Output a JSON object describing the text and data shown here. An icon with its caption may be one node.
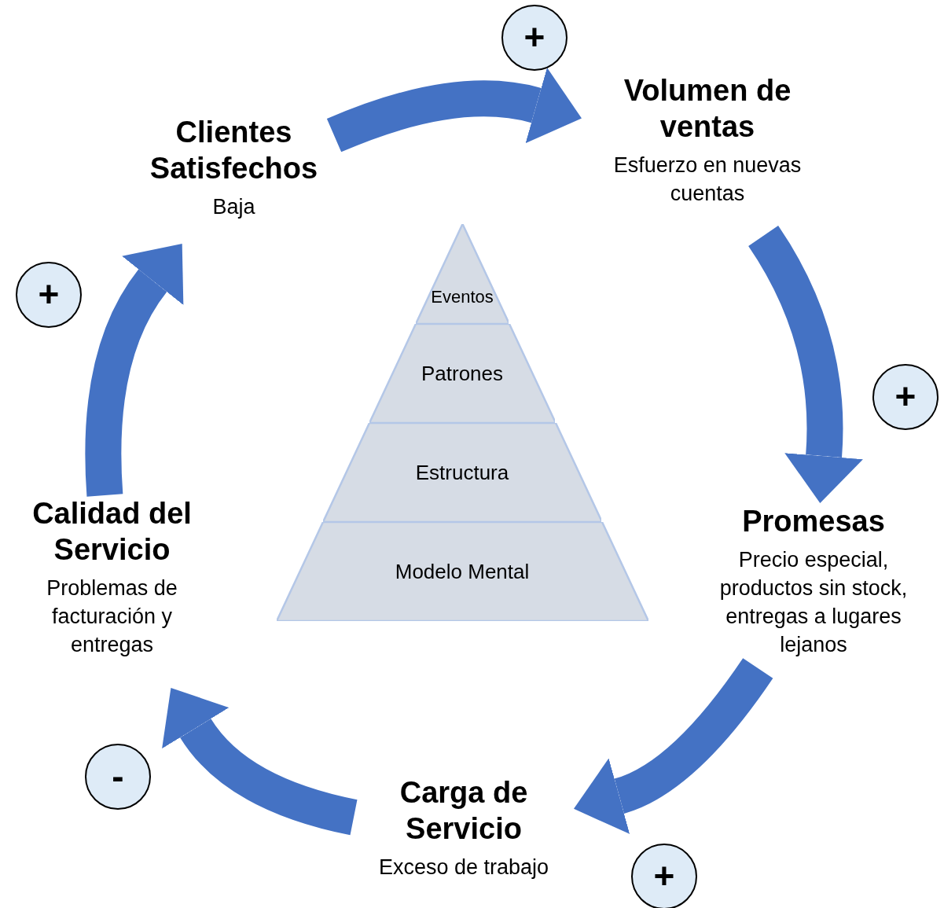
{
  "diagram": {
    "nodes": [
      {
        "text": [
          "Clientes Satisfechos",
          "Baja"
        ]
      },
      {
        "text": [
          "Volumen de ventas",
          "Esfuerzo en nuevas cuentas"
        ]
      },
      {
        "text": [
          "Promesas",
          "Precio especial, productos sin stock, entregas a lugares lejanos"
        ]
      },
      {
        "text": [
          "Carga de Servicio",
          "Exceso de trabajo"
        ]
      },
      {
        "text": [
          "Calidad del Servicio",
          "Problemas de facturación y entregas"
        ]
      },
      {
        "text": [
          "Eventos"
        ]
      },
      {
        "text": [
          "Patrones"
        ]
      },
      {
        "text": [
          "Estructura"
        ]
      },
      {
        "text": [
          "Modelo Mental"
        ]
      },
      {
        "text": [
          "+"
        ]
      },
      {
        "text": [
          "+"
        ]
      },
      {
        "text": [
          "+"
        ]
      },
      {
        "text": [
          "-"
        ]
      },
      {
        "text": [
          "+"
        ]
      }
    ],
    "edges": [
      {
        "from": 0,
        "to": 1,
        "arrow": "to"
      },
      {
        "from": 1,
        "to": 2,
        "arrow": "to"
      },
      {
        "from": 2,
        "to": 3,
        "arrow": "to"
      },
      {
        "from": 3,
        "to": 4,
        "arrow": "to"
      },
      {
        "from": 4,
        "to": 0,
        "arrow": "to"
      }
    ]
  }
}
